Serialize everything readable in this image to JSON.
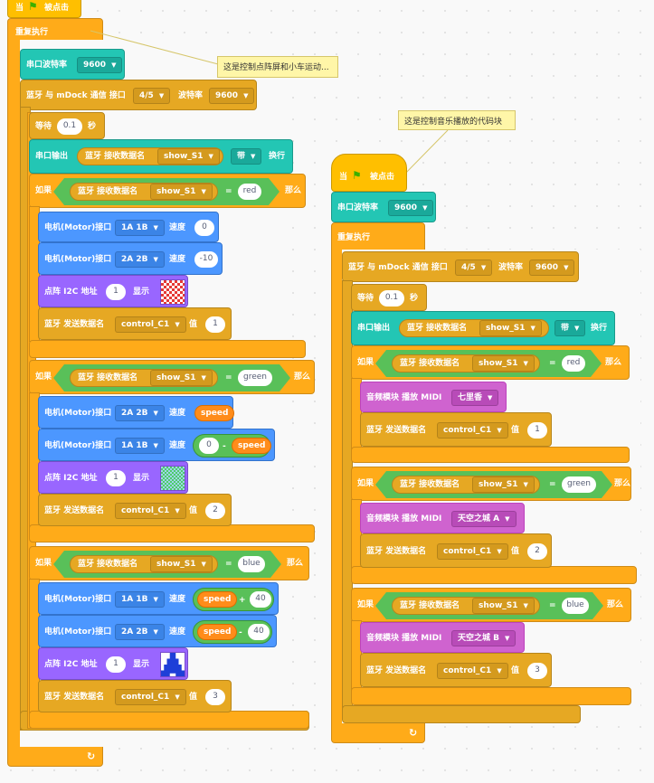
{
  "common": {
    "when_flag": "当",
    "clicked": "被点击",
    "forever": "重复执行",
    "serial_baud": "串口波特率",
    "baud_9600": "9600",
    "bt_connect": "蓝牙 与 mDock 通信 接口",
    "port_45": "4/5",
    "baud_label": "波特率",
    "wait": "等待",
    "wait_val": "0.1",
    "seconds": "秒",
    "serial_output": "串口输出",
    "bt_recv": "蓝牙 接收数据名",
    "show_s1": "show_S1",
    "with": "带",
    "newline": "换行",
    "if": "如果",
    "then": "那么",
    "eq": "=",
    "red": "red",
    "green": "green",
    "blue": "blue",
    "motor": "电机(Motor)接口",
    "port_1a1b": "1A 1B",
    "port_2a2b": "2A 2B",
    "speed_label": "速度",
    "speed_var": "speed",
    "matrix": "点阵 I2C 地址",
    "display": "显示",
    "one": "1",
    "bt_send": "蓝牙 发送数据名",
    "control_c1": "control_C1",
    "value": "值",
    "minus": "-",
    "plus": "+",
    "audio": "音频模块 播放 MIDI",
    "loop_arrow": "↻"
  },
  "notes": {
    "left": "这是控制点阵屏和小车运动...",
    "right": "这是控制音乐播放的代码块"
  },
  "left_script": {
    "motor_speed_red_1": "0",
    "motor_speed_red_2": "-10",
    "send_red": "1",
    "minus_zero": "0",
    "send_green": "2",
    "plus_val": "40",
    "minus_val": "40",
    "send_blue": "3"
  },
  "right_script": {
    "song_red": "七里香",
    "song_green": "天空之城 A",
    "song_blue": "天空之城 B",
    "send_red": "1",
    "send_green": "2",
    "send_blue": "3"
  },
  "colors": {
    "events": "#ffbf00",
    "control": "#ffab19",
    "bluetooth": "#e6a823",
    "serial": "#23c6b4",
    "motor": "#4c97ff",
    "matrix": "#9966ff",
    "audio": "#cf63cf",
    "operator": "#59c059"
  },
  "icons": [
    "green-flag-icon",
    "dropdown-arrow-icon",
    "loop-arrow-icon",
    "matrix-preview-icon"
  ]
}
